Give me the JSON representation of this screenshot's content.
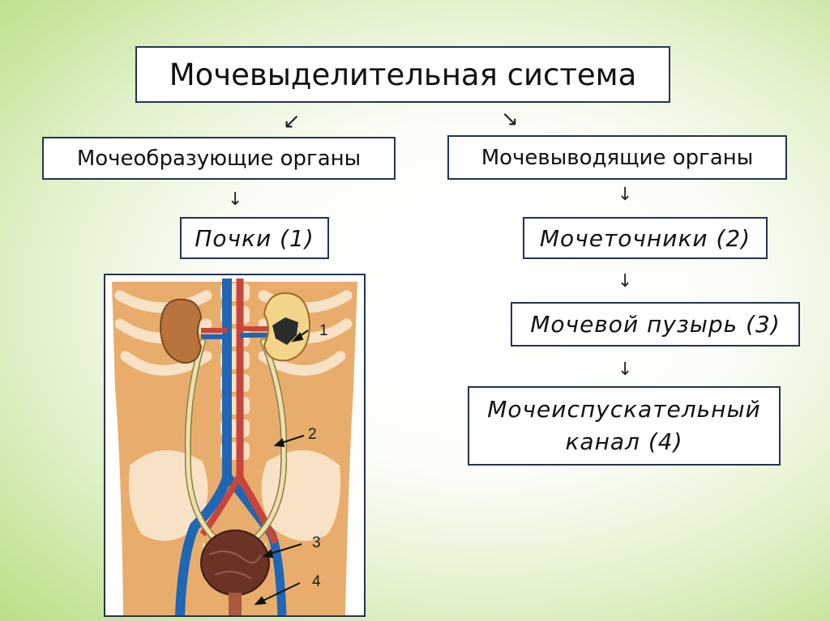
{
  "title": "Мочевыделительная система",
  "categories": {
    "forming": "Мочеобразующие органы",
    "excreting": "Мочевыводящие органы"
  },
  "items": {
    "kidneys": "Почки (1)",
    "ureters": "Мочеточники (2)",
    "bladder": "Мочевой пузырь (3)",
    "urethra_line1": "Мочеиспускательный",
    "urethra_line2": "канал (4)"
  },
  "illustration_labels": [
    "1",
    "2",
    "3",
    "4"
  ],
  "arrows": {
    "down": "↓",
    "down_left": "↙",
    "down_right": "↘"
  },
  "colors": {
    "box_border": "#24344f",
    "body": "#e8ad6c",
    "bone": "#f8e2c6",
    "kidney": "#b8743c",
    "artery": "#c6463b",
    "vein": "#1f66b4",
    "ureter": "#ece0ad",
    "bladder": "#6b3326"
  }
}
